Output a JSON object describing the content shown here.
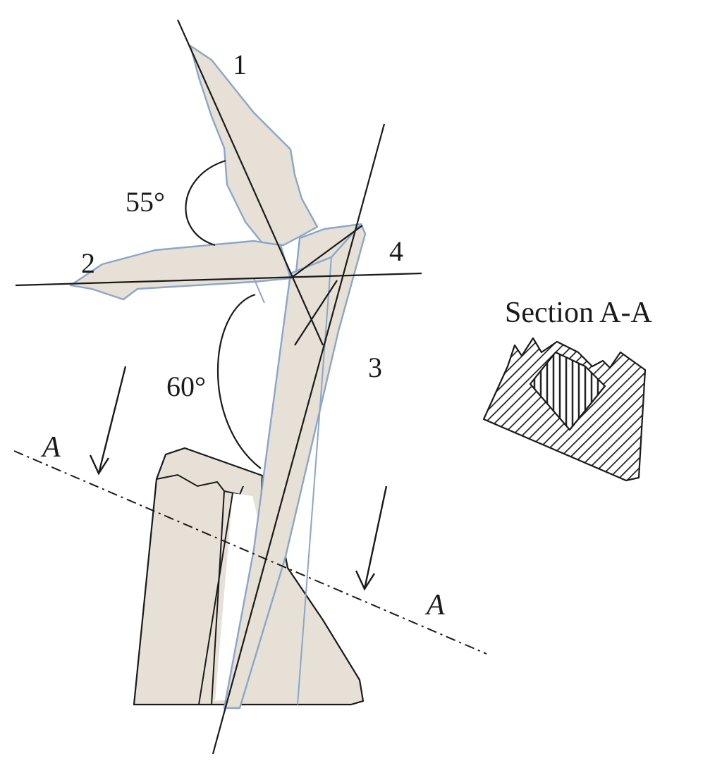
{
  "labels": {
    "part_1": "1",
    "part_2": "2",
    "part_3": "3",
    "part_4": "4",
    "angle_upper": "55°",
    "angle_lower": "60°",
    "section_mark_left": "A",
    "section_mark_right": "A",
    "section_title": "Section A-A"
  },
  "colors": {
    "part_fill": "#e6e0d6",
    "part_outline": "#8aa6c8",
    "line": "#1a1a1a",
    "hatch": "#222222"
  }
}
